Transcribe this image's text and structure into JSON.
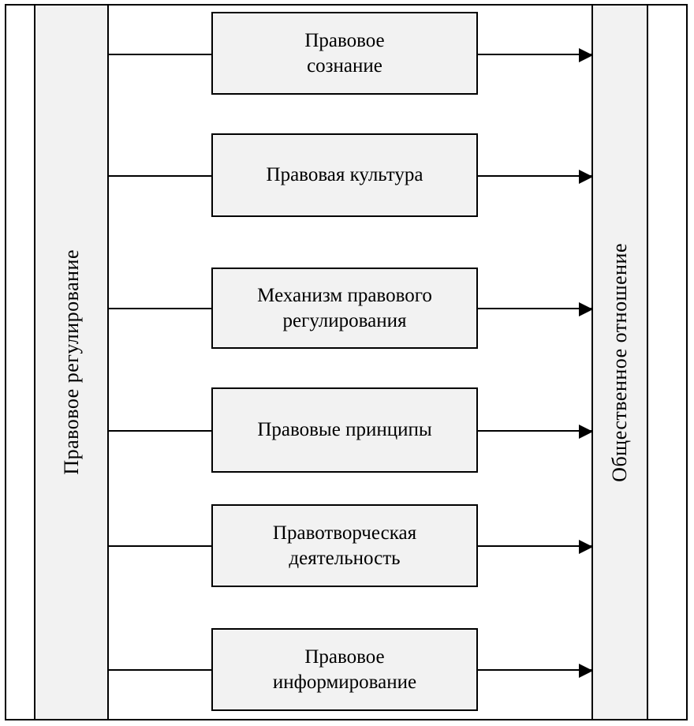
{
  "diagram": {
    "type": "flow-diagram",
    "left_bar": {
      "label": "Правовое регулирование"
    },
    "right_bar": {
      "label": "Общественное отношение"
    },
    "boxes": [
      {
        "label": "Правовое\nсознание",
        "line1": "Правовое",
        "line2": "сознание"
      },
      {
        "label": "Правовая культура",
        "line1": "Правовая культура",
        "line2": ""
      },
      {
        "label": "Механизм правового регулирования",
        "line1": "Механизм правового",
        "line2": "регулирования"
      },
      {
        "label": "Правовые принципы",
        "line1": "Правовые принципы",
        "line2": ""
      },
      {
        "label": "Правотворческая деятельность",
        "line1": "Правотворческая",
        "line2": "деятельность"
      },
      {
        "label": "Правовое информирование",
        "line1": "Правовое",
        "line2": "информирование"
      }
    ],
    "colors": {
      "box_fill": "#f2f2f2",
      "border": "#000000",
      "background": "#ffffff",
      "text": "#000000"
    }
  }
}
